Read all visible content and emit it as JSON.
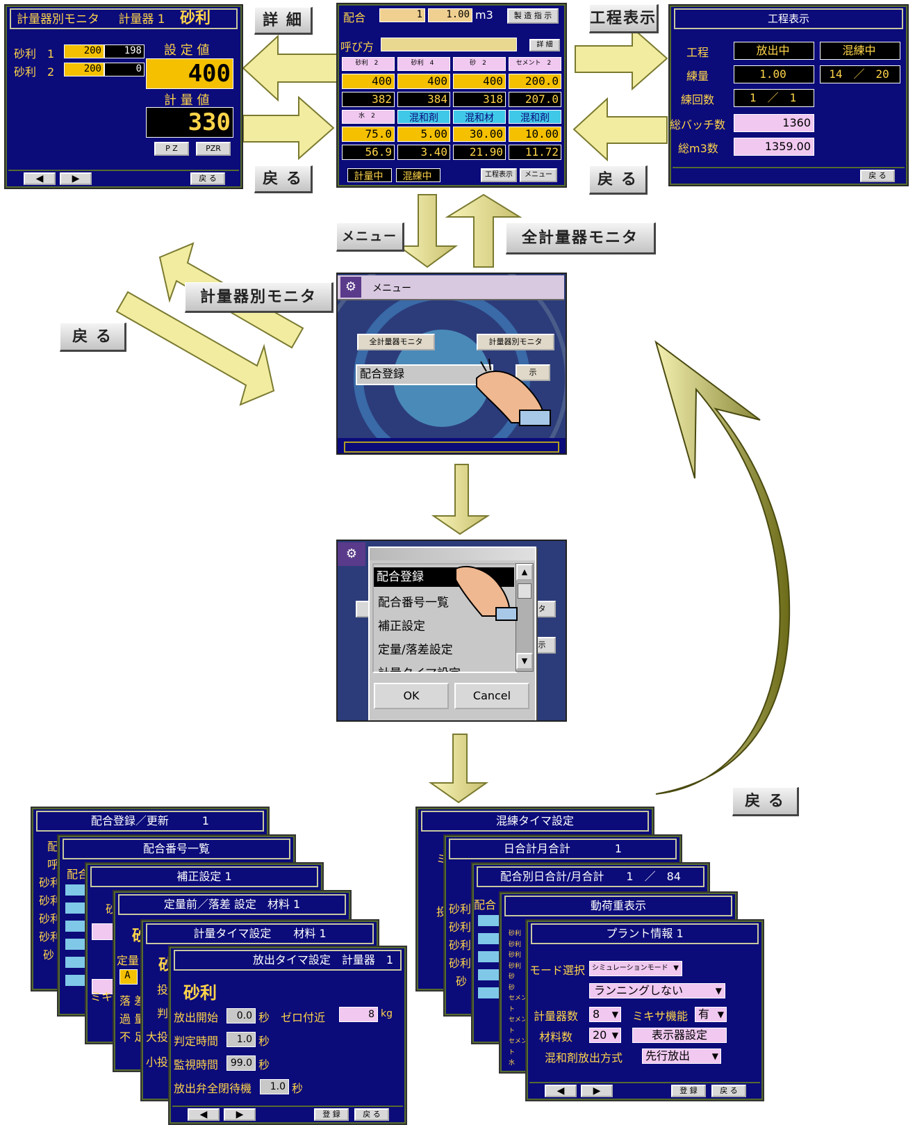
{
  "labels": {
    "detail": "詳 細",
    "process_display": "工程表示",
    "back": "戻 る",
    "menu": "メニュー",
    "all_meter_monitor": "全計量器モニタ",
    "meter_monitor": "計量器別モニタ"
  },
  "meter_monitor": {
    "title_a": "計量器別モニタ",
    "title_b": "計量器 1",
    "title_c": "砂利",
    "row1_label": "砂利　1",
    "row1_set": "200",
    "row1_val": "198",
    "row2_label": "砂利　2",
    "row2_set": "200",
    "row2_val": "0",
    "setpoint_label": "設 定 値",
    "setpoint_value": "400",
    "measured_label": "計 量 値",
    "measured_value": "330",
    "pz": "P Z",
    "pzr": "PZR",
    "back": "戻 る"
  },
  "main_monitor": {
    "mix_label": "配合",
    "mix_no": "1",
    "volume": "1.00",
    "unit": "m3",
    "order_btn": "製 造 指 示",
    "call_label": "呼び方",
    "detail_btn": "詳 細",
    "headers": [
      "砂利　2",
      "砂利　4",
      "砂　2",
      "セメント　2"
    ],
    "set_values": [
      "400",
      "400",
      "400",
      "200.0"
    ],
    "cur_values": [
      "382",
      "384",
      "318",
      "207.0"
    ],
    "headers2": [
      "水　2",
      "混和剤",
      "混和材",
      "混和剤"
    ],
    "set_values2": [
      "75.0",
      "5.00",
      "30.00",
      "10.00"
    ],
    "cur_values2": [
      "56.9",
      "3.40",
      "21.90",
      "11.72"
    ],
    "status1": "計量中",
    "status2": "混練中",
    "process_btn": "工程表示",
    "menu_btn": "メニュー"
  },
  "process_panel": {
    "title": "工程表示",
    "process_label": "工程",
    "state1": "放出中",
    "state2": "混練中",
    "mix_amount_label": "練量",
    "mix_amount": "1.00",
    "batch_ratio": "14　／　20",
    "mix_count_label": "練回数",
    "mix_count": "1　／　1",
    "total_batch_label": "総バッチ数",
    "total_batch": "1360",
    "total_m3_label": "総m3数",
    "total_m3": "1359.00",
    "back": "戻 る"
  },
  "menu_screen": {
    "title": "メニュー",
    "btn_all": "全計量器モニタ",
    "btn_each": "計量器別モニタ",
    "btn_mix": "配合登録",
    "btn_partial": "示"
  },
  "list_dialog": {
    "items": [
      "配合登録",
      "配合番号一覧",
      "補正設定",
      "定量/落差設定",
      "計量タイマ設定"
    ],
    "ok": "OK",
    "cancel": "Cancel",
    "side_a": "タ",
    "side_b": "示"
  },
  "left_stack": {
    "titles": [
      "配合登録／更新　　　1",
      "配合番号一覧",
      "補正設定 1",
      "定量前／落差 設定　材料 1",
      "計量タイマ設定　　材料 1",
      "放出タイマ設定　計量器　1"
    ],
    "peek1": [
      "配",
      "呼",
      "砂利",
      "砂利",
      "砂利",
      "砂利",
      "砂"
    ],
    "peek2": "配合",
    "peek4": "砂",
    "peek4b": [
      "定量",
      "落 差",
      "過 量",
      "不 足"
    ],
    "peek4c": "A",
    "peek4d": "ミキ",
    "peek5": "砂",
    "peek5b": [
      "投",
      "判",
      "大投",
      "小投"
    ],
    "front_title": "砂利",
    "discharge_start_label": "放出開始",
    "discharge_start": "0.0",
    "sec": "秒",
    "near_zero_label": "ゼロ付近",
    "near_zero": "8",
    "kg": "kg",
    "judge_label": "判定時間",
    "judge": "1.0",
    "monitor_label": "監視時間",
    "monitor": "99.0",
    "valve_label": "放出弁全閉待機",
    "valve": "1.0",
    "register": "登 録",
    "back": "戻 る"
  },
  "right_stack": {
    "titles": [
      "混練タイマ設定",
      "日合計月合計　　　　1",
      "配合別日合計/月合計　　1　／　84",
      "動荷重表示",
      "プラント情報 1"
    ],
    "peek": [
      "ミ",
      "投",
      "砂利",
      "砂利",
      "砂利",
      "砂利",
      "砂"
    ],
    "peek2": "配合",
    "peek3": [
      "砂利",
      "砂利",
      "砂利",
      "砂利",
      "砂",
      "砂",
      "セメント",
      "セメント",
      "セメント",
      "水"
    ],
    "mode_label": "モード選択",
    "mode_value": "シミュレーションモード",
    "running_value": "ランニングしない",
    "meters_label": "計量器数",
    "meters_value": "8",
    "mixer_label": "ミキサ機能",
    "mixer_value": "有",
    "materials_label": "材料数",
    "materials_value": "20",
    "display_btn": "表示器設定",
    "admix_label": "混和剤放出方式",
    "admix_value": "先行放出",
    "register": "登 録",
    "back": "戻 る"
  },
  "colors": {
    "panel_bg": "#0b0b7a",
    "arrow_fill": "#f5f0a0",
    "arrow_curve": "#7a7a20"
  }
}
